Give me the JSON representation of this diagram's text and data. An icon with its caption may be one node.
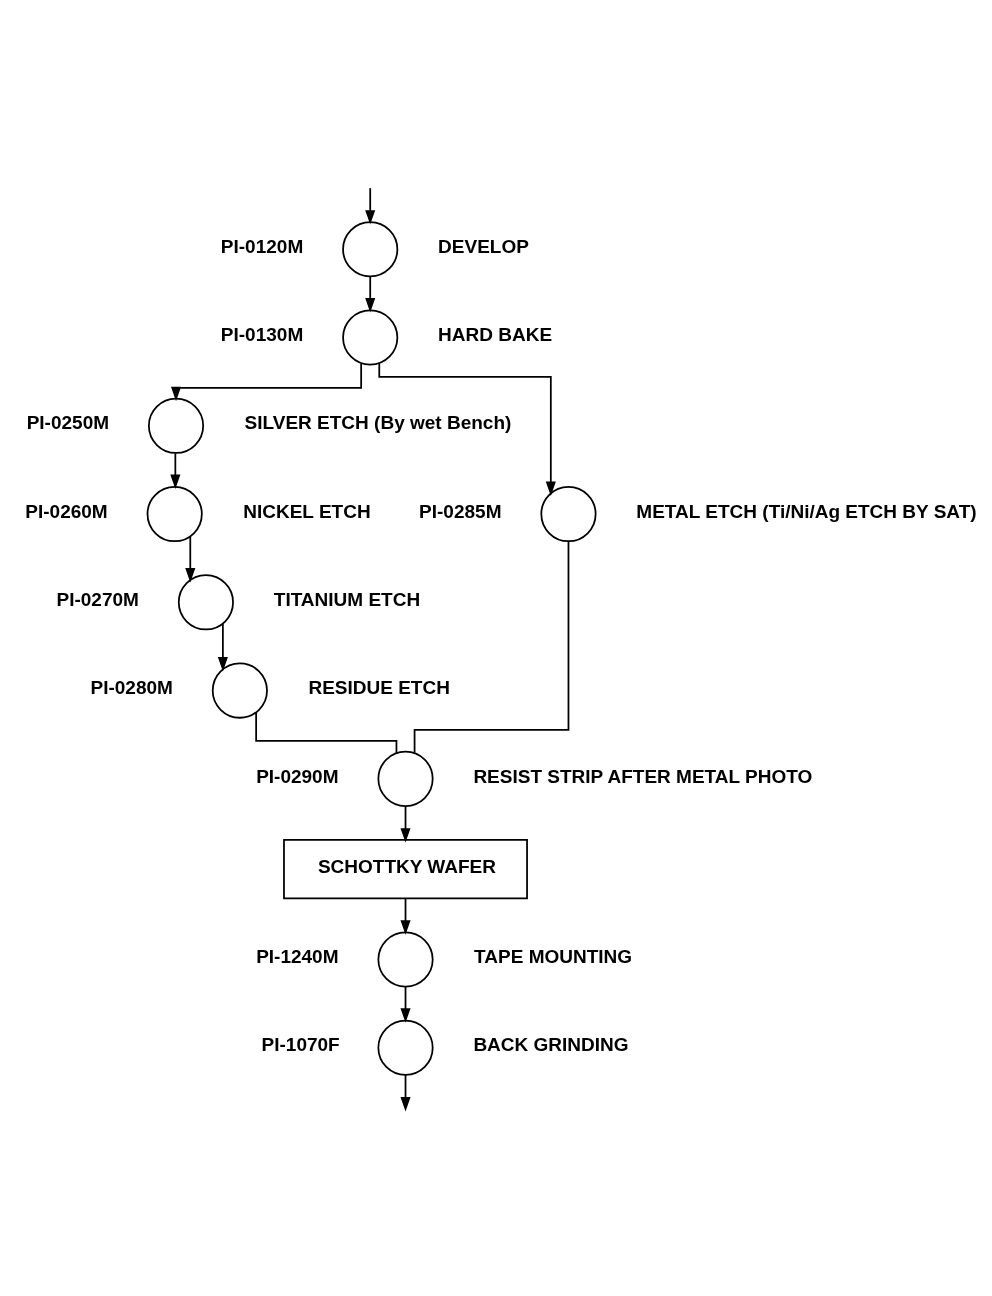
{
  "diagram": {
    "nodes": [
      {
        "text": [],
        "shape": "circle",
        "beside": [
          "PI-0120M",
          "DEVELOP"
        ]
      },
      {
        "text": [],
        "shape": "circle",
        "beside": [
          "PI-0130M",
          "HARD BAKE"
        ]
      },
      {
        "text": [],
        "shape": "circle",
        "beside": [
          "PI-0285M",
          "METAL ETCH (Ti/Ni/Ag ETCH BY SAT)"
        ]
      },
      {
        "text": [],
        "shape": "circle",
        "beside": [
          "PI-0250M",
          "SILVER ETCH (By wet Bench)"
        ]
      },
      {
        "text": [],
        "shape": "circle",
        "beside": [
          "PI-0260M",
          "NICKEL ETCH"
        ]
      },
      {
        "text": [],
        "shape": "circle",
        "beside": [
          "PI-0270M",
          "TITANIUM ETCH"
        ]
      },
      {
        "text": [],
        "shape": "circle",
        "beside": [
          "PI-0280M",
          "RESIDUE ETCH"
        ]
      },
      {
        "text": [],
        "shape": "circle",
        "beside": [
          "PI-0290M",
          "RESIST STRIP AFTER METAL PHOTO"
        ]
      },
      {
        "text": [
          "SCHOTTKY WAFER"
        ]
      },
      {
        "text": [],
        "shape": "circle",
        "beside": [
          "PI-1240M",
          "TAPE MOUNTING"
        ]
      },
      {
        "text": [],
        "shape": "circle",
        "beside": [
          "PI-1070F",
          "BACK GRINDING"
        ]
      }
    ],
    "edges": [
      {
        "from": null,
        "to": 0,
        "arrow": "to"
      },
      {
        "from": 0,
        "to": 1,
        "arrow": "to"
      },
      {
        "from": 1,
        "to": 2,
        "arrow": "to"
      },
      {
        "from": 1,
        "to": 3,
        "arrow": "to"
      },
      {
        "from": 3,
        "to": 4,
        "arrow": "to"
      },
      {
        "from": 4,
        "to": 5,
        "arrow": "to"
      },
      {
        "from": 5,
        "to": 6,
        "arrow": "to"
      },
      {
        "from": 2,
        "to": 7,
        "arrow": "none"
      },
      {
        "from": 6,
        "to": 7,
        "arrow": "none"
      },
      {
        "from": 7,
        "to": 8,
        "arrow": "to"
      },
      {
        "from": 8,
        "to": 9,
        "arrow": "to"
      },
      {
        "from": 9,
        "to": 10,
        "arrow": "to"
      },
      {
        "from": 10,
        "to": null,
        "arrow": "to"
      }
    ]
  }
}
